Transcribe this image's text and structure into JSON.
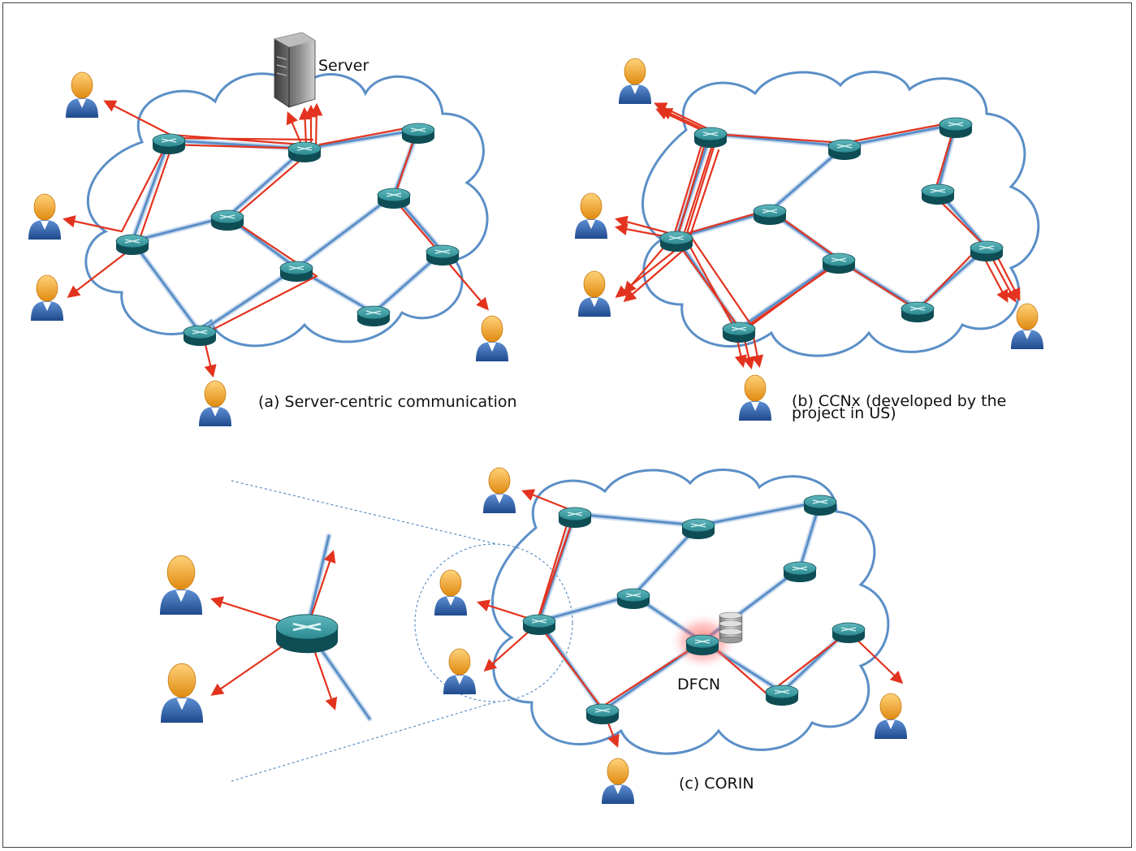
{
  "labels": {
    "server": "Server",
    "dfcn": "DFCN"
  },
  "captions": {
    "a": "(a) Server-centric communication",
    "b": "(b) CCNx (developed by the project in US)",
    "c": "(c) CORIN"
  },
  "colors": {
    "link": "#5b8fc7",
    "link_light": "#a8c4e4",
    "cloud": "#5b8fc7",
    "flow": "#e3331e",
    "router": "#2e8f95",
    "router_dark": "#0f4d55",
    "user_head": "#f0a020",
    "user_body": "#2f5fa8",
    "glow": "#ff5a5a"
  },
  "icons": {
    "router": "router-icon",
    "user": "user-icon",
    "server": "server-icon",
    "storage": "database-icon",
    "cloud": "cloud-shape"
  }
}
